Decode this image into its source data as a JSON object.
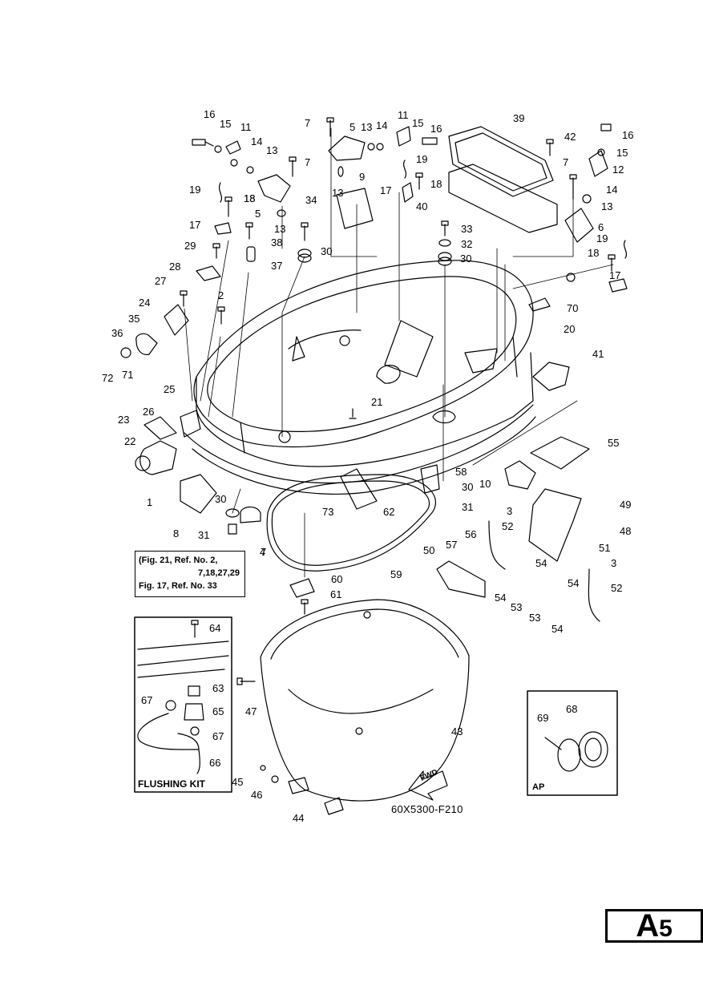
{
  "labels": [
    "1",
    "2",
    "3",
    "3",
    "4",
    "5",
    "5",
    "6",
    "7",
    "7",
    "7",
    "7",
    "8",
    "9",
    "10",
    "11",
    "11",
    "12",
    "13",
    "13",
    "13",
    "13",
    "13",
    "14",
    "14",
    "14",
    "15",
    "15",
    "15",
    "16",
    "16",
    "16",
    "17",
    "17",
    "17",
    "18",
    "18",
    "18",
    "18",
    "19",
    "19",
    "19",
    "20",
    "21",
    "22",
    "23",
    "24",
    "25",
    "26",
    "27",
    "28",
    "29",
    "30",
    "30",
    "30",
    "30",
    "31",
    "31",
    "32",
    "33",
    "34",
    "35",
    "36",
    "37",
    "38",
    "39",
    "40",
    "41",
    "42",
    "43",
    "44",
    "45",
    "46",
    "47",
    "48",
    "49",
    "50",
    "51",
    "52",
    "52",
    "53",
    "53",
    "54",
    "54",
    "54",
    "54",
    "55",
    "56",
    "57",
    "58",
    "59",
    "60",
    "61",
    "62",
    "63",
    "64",
    "65",
    "66",
    "67",
    "67",
    "68",
    "69",
    "70",
    "71",
    "72",
    "73"
  ],
  "reference_note": {
    "line1": "(Fig. 21, Ref. No. 2,",
    "line2": "7,18,27,29",
    "line3": "Fig. 17, Ref. No. 33"
  },
  "flushing_kit_caption": "FLUSHING KIT",
  "ap_caption": "AP",
  "fwd_label": "FWD",
  "drawing_code": "60X5300-F210",
  "page_id": {
    "letter": "A",
    "number": "5"
  }
}
